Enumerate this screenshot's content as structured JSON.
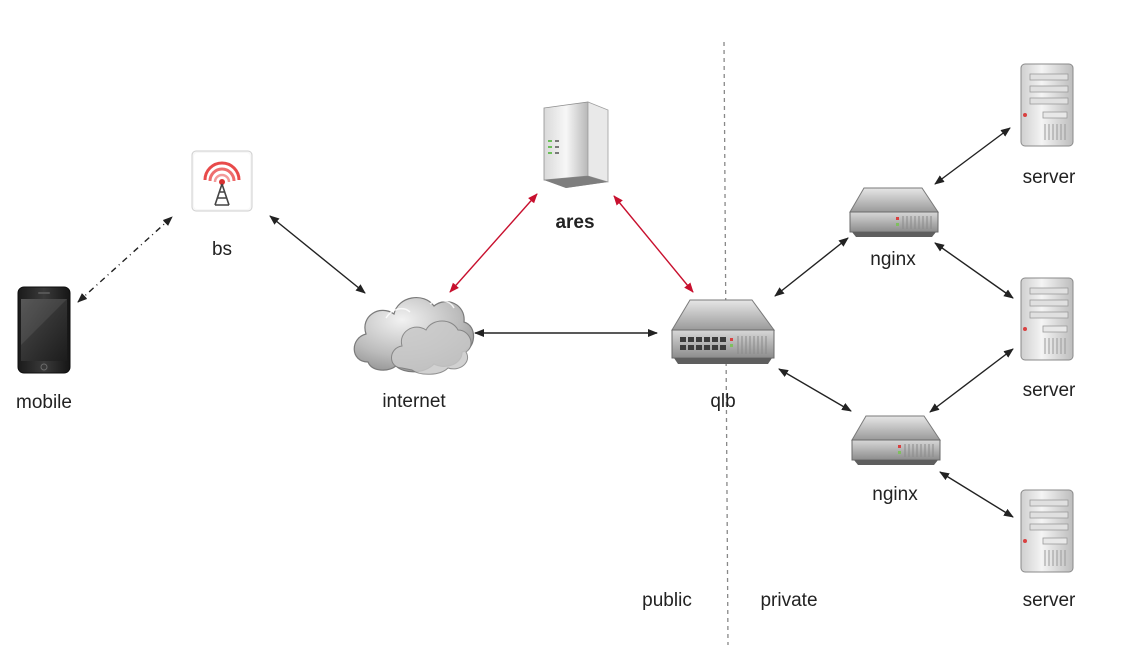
{
  "diagram": {
    "accent_color": "#c8102e",
    "line_color": "#222222",
    "divider_color": "#888888",
    "nodes": {
      "mobile": {
        "label": "mobile",
        "icon": "mobile-phone-icon"
      },
      "bs": {
        "label": "bs",
        "icon": "cell-tower-icon"
      },
      "internet": {
        "label": "internet",
        "icon": "cloud-icon"
      },
      "ares": {
        "label": "ares",
        "icon": "tower-server-icon"
      },
      "qlb": {
        "label": "qlb",
        "icon": "network-switch-icon"
      },
      "nginx_top": {
        "label": "nginx",
        "icon": "network-switch-icon"
      },
      "nginx_bottom": {
        "label": "nginx",
        "icon": "network-switch-icon"
      },
      "server_1": {
        "label": "server",
        "icon": "server-icon"
      },
      "server_2": {
        "label": "server",
        "icon": "server-icon"
      },
      "server_3": {
        "label": "server",
        "icon": "server-icon"
      }
    },
    "zones": {
      "public": "public",
      "private": "private"
    },
    "connections": [
      {
        "from": "mobile",
        "to": "bs",
        "style": "dash-dot"
      },
      {
        "from": "bs",
        "to": "internet",
        "style": "solid"
      },
      {
        "from": "internet",
        "to": "qlb",
        "style": "solid"
      },
      {
        "from": "internet",
        "to": "ares",
        "style": "accent"
      },
      {
        "from": "ares",
        "to": "qlb",
        "style": "accent"
      },
      {
        "from": "qlb",
        "to": "nginx_top",
        "style": "solid"
      },
      {
        "from": "qlb",
        "to": "nginx_bottom",
        "style": "solid"
      },
      {
        "from": "nginx_top",
        "to": "server_1",
        "style": "solid"
      },
      {
        "from": "nginx_top",
        "to": "server_2",
        "style": "solid"
      },
      {
        "from": "nginx_bottom",
        "to": "server_2",
        "style": "solid"
      },
      {
        "from": "nginx_bottom",
        "to": "server_3",
        "style": "solid"
      }
    ]
  }
}
